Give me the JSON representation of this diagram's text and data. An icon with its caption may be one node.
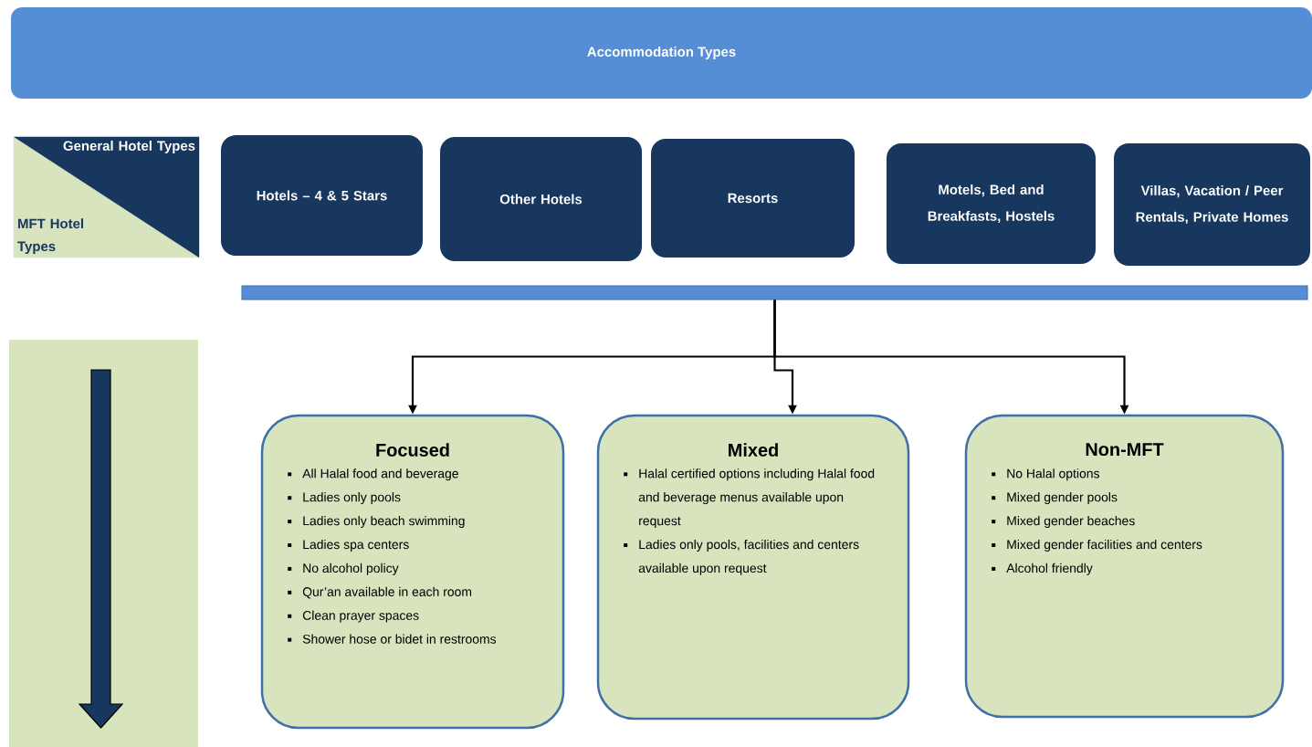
{
  "diagram": {
    "nodes": [
      {
        "text": [
          "Accommodation Types"
        ]
      },
      {
        "text": [
          "General Hotel Types",
          "MFT Hotel Types"
        ]
      },
      {
        "text": [
          "Hotels – 4 & 5 Stars"
        ]
      },
      {
        "text": [
          "Other Hotels"
        ]
      },
      {
        "text": [
          "Resorts"
        ]
      },
      {
        "text": [
          "Motels, Bed and Breakfasts, Hostels"
        ]
      },
      {
        "text": [
          "Villas, Vacation / Peer Rentals, Private Homes"
        ]
      },
      {
        "text": [],
        "shape": "bar"
      },
      {
        "text": [
          "Focused",
          "All Halal food and beverage",
          "Ladies only pools",
          "Ladies only beach swimming",
          "Ladies spa centers",
          "No alcohol policy",
          "Qur’an available in each room",
          "Clean prayer spaces",
          "Shower hose or bidet in restrooms"
        ]
      },
      {
        "text": [
          "Mixed",
          "Halal certified options including Halal food and beverage menus available upon request",
          "Ladies only pools, facilities and centers available upon request"
        ]
      },
      {
        "text": [
          "Non-MFT",
          "No Halal options",
          "Mixed gender pools",
          "Mixed gender beaches",
          "Mixed gender facilities and centers",
          "Alcohol friendly"
        ]
      }
    ],
    "edges": [
      {
        "from": 7,
        "to": 8,
        "arrow": "to"
      },
      {
        "from": 7,
        "to": 9,
        "arrow": "to"
      },
      {
        "from": 7,
        "to": 10,
        "arrow": "to"
      }
    ]
  }
}
